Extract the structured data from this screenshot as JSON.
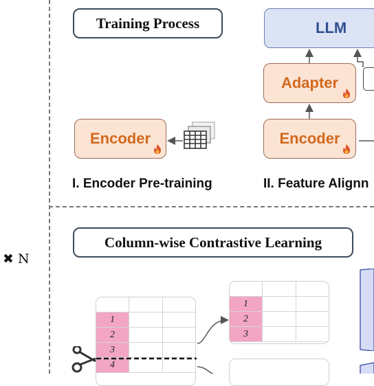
{
  "top_section": {
    "title": "Training Process",
    "llm_label": "LLM",
    "adapter_label": "Adapter",
    "encoder_label": "Encoder",
    "stage1_label": "I. Encoder Pre-training",
    "stage2_label": "II. Feature Alignn"
  },
  "bottom_section": {
    "title": "Column-wise Contrastive Learning",
    "left_table_rows": [
      "1",
      "2",
      "3",
      "4"
    ],
    "right_table_rows": [
      "1",
      "2",
      "3"
    ]
  },
  "repeat_label": "✖ N",
  "colors": {
    "llm_fill": "#dbe3f5",
    "orange_fill": "#fbe4d4",
    "orange_text": "#d2691e",
    "pink": "#f2a6c4"
  },
  "icons": [
    "table-icon",
    "fire-icon",
    "scissors-icon"
  ]
}
